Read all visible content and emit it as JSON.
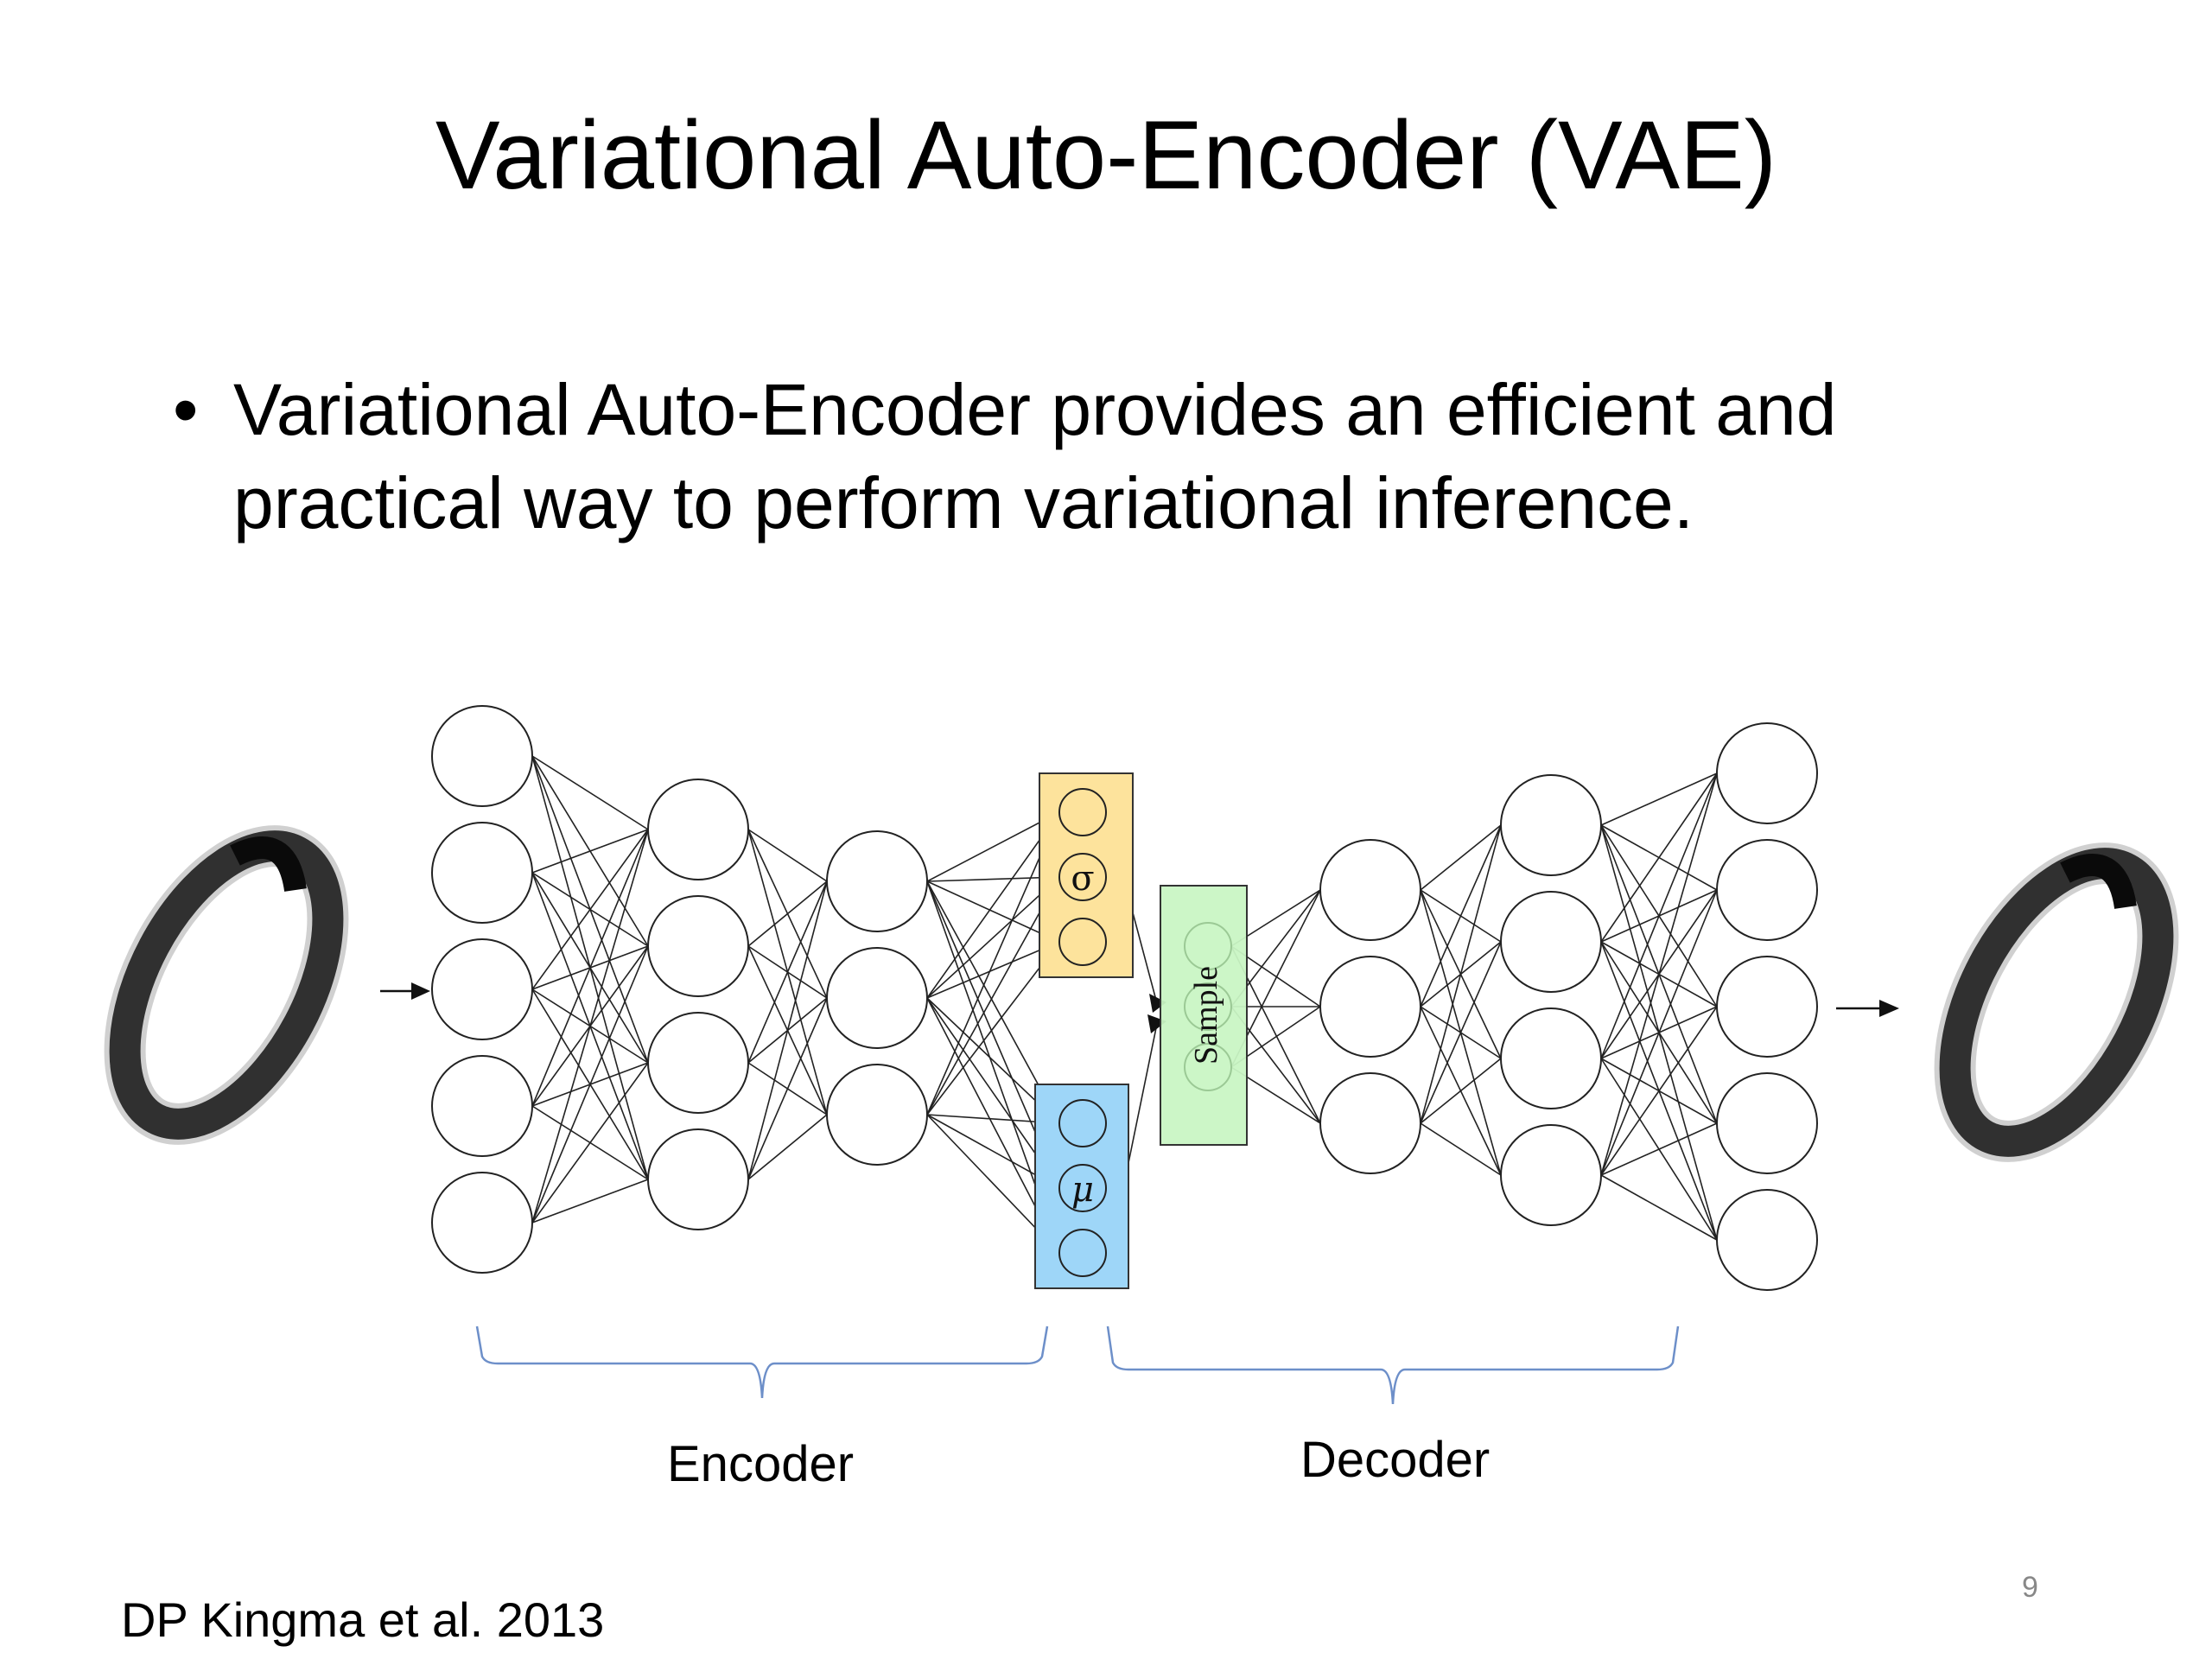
{
  "slide": {
    "title": "Variational Auto-Encoder (VAE)",
    "bullet": "Variational Auto-Encoder provides an efficient and practical way to perform variational inference.",
    "citation": "DP Kingma et al. 2013",
    "page_number": "9"
  },
  "diagram": {
    "sigma_symbol": "σ",
    "mu_symbol": "μ",
    "sample_label": "Sample",
    "encoder_label": "Encoder",
    "decoder_label": "Decoder",
    "colors": {
      "sigma_box": "#fde39c",
      "mu_box": "#9ed6f8",
      "sample_box": "#c9f5c4",
      "brace": "#6d8fc9"
    }
  }
}
